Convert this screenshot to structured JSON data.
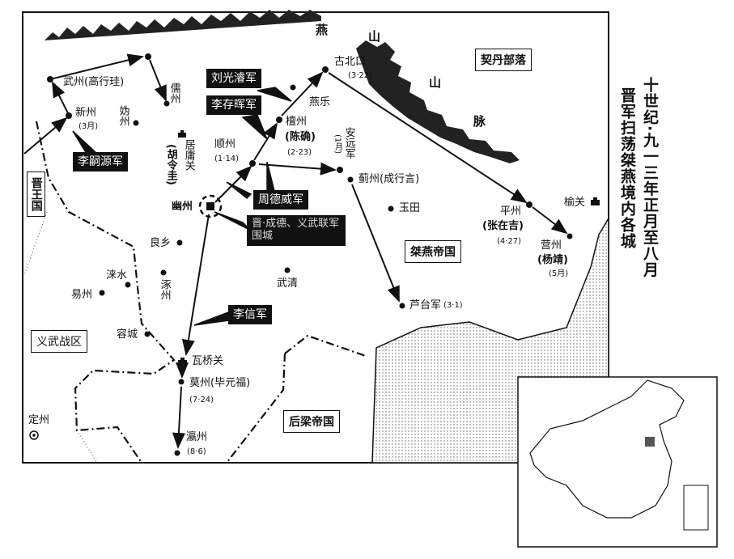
{
  "title": {
    "line1": "十世纪·九一三年正月至八月",
    "line2": "晋军扫荡桀燕境内各城"
  },
  "regions": {
    "khitan": "契丹部落",
    "jieyan": "桀燕帝国",
    "jin": "晋王国",
    "yiwu": "义武战区",
    "houliang": "后梁帝国"
  },
  "mountains": {
    "c1": "燕",
    "c2": "山",
    "c3": "山",
    "c4": "脉"
  },
  "armies": {
    "liu": "刘光濬军",
    "licunhui": "李存晖军",
    "lisiyuan": "李嗣源军",
    "zhou": "周德威军",
    "siege": "晋·成德、义武联军围城",
    "lixin": "李信军"
  },
  "places": {
    "wuzhou": "武州(高行珪)",
    "xinzhou": "新州",
    "xinzhou_date": "(3月)",
    "guizhou": "妫州",
    "ruzhou": "儒州",
    "juyong": "居庸关",
    "juyong_who": "(胡令圭)",
    "shunzhou": "顺州",
    "shunzhou_date": "(1·14)",
    "tanzhou": "檀州",
    "tanzhou_who": "(陈确)",
    "tanzhou_date": "(2·23)",
    "yanle": "燕乐",
    "gubeikou": "古北口",
    "gubeikou_date": "(3·22)",
    "anyuan": "安远军",
    "anyuan_date": "(1月)",
    "jizhou": "蓟州(成行言)",
    "yutian": "玉田",
    "wuqing": "武清",
    "lutai": "芦台军",
    "lutai_date": "(3·1)",
    "pingzhou": "平州",
    "pingzhou_who": "(张在吉)",
    "pingzhou_date": "(4·27)",
    "yingzhou": "营州",
    "yingzhou_who": "(杨靖)",
    "yingzhou_date": "(5月)",
    "yuguan": "榆关",
    "youzhou": "幽州",
    "liangxiang": "良乡",
    "laishui": "涞水",
    "yizhou": "易州",
    "zhuozhou": "涿州",
    "rongcheng": "容城",
    "waqiao": "瓦桥关",
    "mozhou": "莫州(毕元福)",
    "mozhou_date": "(7·24)",
    "yingzhou2": "瀛州",
    "yingzhou2_date": "(8·6)",
    "dingzhou": "定州"
  }
}
